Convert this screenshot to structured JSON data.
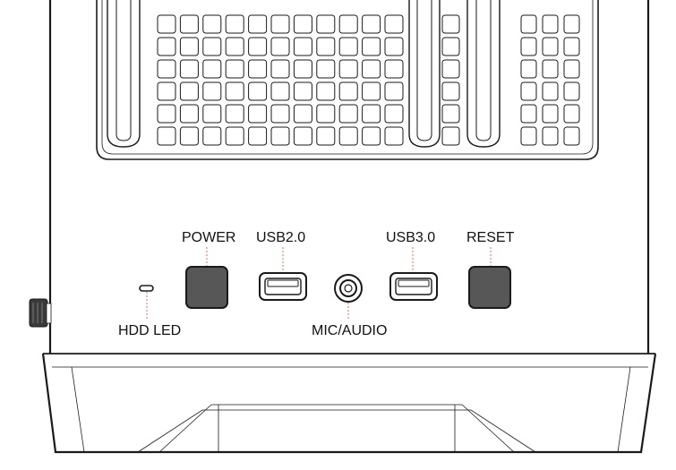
{
  "diagram": {
    "ports": [
      {
        "id": "hdd-led",
        "label": "HDD LED"
      },
      {
        "id": "power",
        "label": "POWER"
      },
      {
        "id": "usb2",
        "label": "USB2.0"
      },
      {
        "id": "mic-audio",
        "label": "MIC/AUDIO"
      },
      {
        "id": "usb3",
        "label": "USB3.0"
      },
      {
        "id": "reset",
        "label": "RESET"
      }
    ]
  },
  "colors": {
    "outline": "#1a1a1a",
    "button_fill": "#575757",
    "leader": "#c07a6a",
    "panel": "#ffffff"
  }
}
